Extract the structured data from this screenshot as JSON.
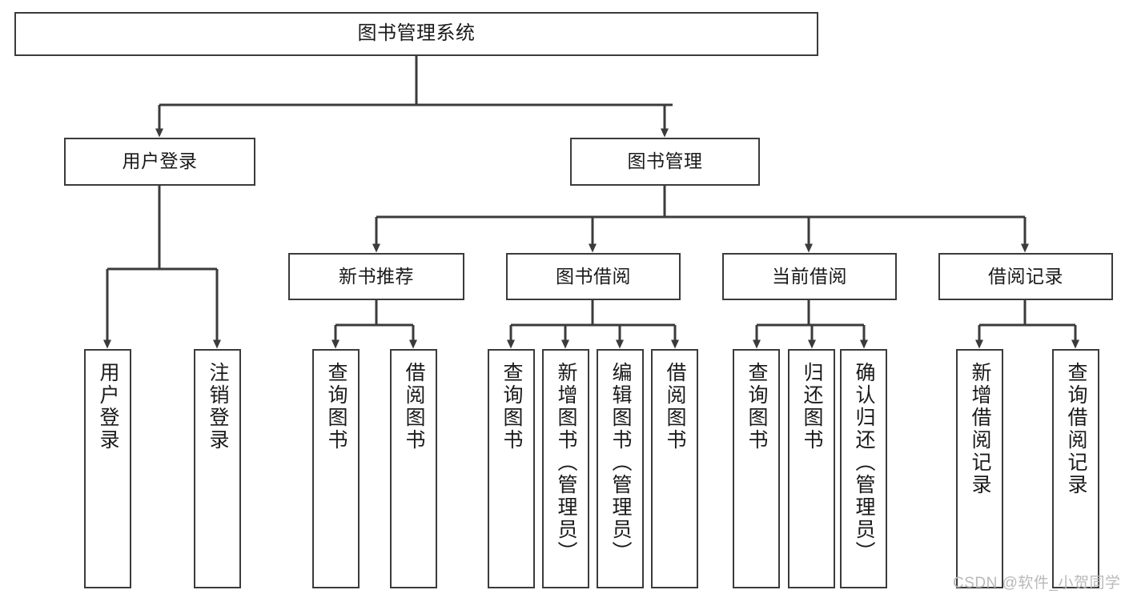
{
  "diagram": {
    "title": "图书管理系统",
    "type": "hierarchy-tree",
    "levels": 4,
    "root": {
      "id": "root",
      "label": "图书管理系统",
      "orientation": "horizontal"
    },
    "level1": [
      {
        "id": "user-login",
        "label": "用户登录",
        "orientation": "horizontal"
      },
      {
        "id": "book-manage",
        "label": "图书管理",
        "orientation": "horizontal"
      }
    ],
    "level2": [
      {
        "id": "new-book-recommend",
        "label": "新书推荐",
        "orientation": "horizontal",
        "parent": "book-manage"
      },
      {
        "id": "book-borrow",
        "label": "图书借阅",
        "orientation": "horizontal",
        "parent": "book-manage"
      },
      {
        "id": "current-borrow",
        "label": "当前借阅",
        "orientation": "horizontal",
        "parent": "book-manage"
      },
      {
        "id": "borrow-record",
        "label": "借阅记录",
        "orientation": "horizontal",
        "parent": "book-manage"
      }
    ],
    "leaves": [
      {
        "id": "leaf-user-login",
        "label": "用户登录",
        "parent": "user-login"
      },
      {
        "id": "leaf-logout-login",
        "label": "注销登录",
        "parent": "user-login"
      },
      {
        "id": "leaf-query-book-1",
        "label": "查询图书",
        "parent": "new-book-recommend"
      },
      {
        "id": "leaf-borrow-book-1",
        "label": "借阅图书",
        "parent": "new-book-recommend"
      },
      {
        "id": "leaf-query-book-2",
        "label": "查询图书",
        "parent": "book-borrow"
      },
      {
        "id": "leaf-add-book",
        "label": "新增图书（管理员）",
        "parent": "book-borrow"
      },
      {
        "id": "leaf-edit-book",
        "label": "编辑图书（管理员）",
        "parent": "book-borrow"
      },
      {
        "id": "leaf-borrow-book-2",
        "label": "借阅图书",
        "parent": "book-borrow"
      },
      {
        "id": "leaf-query-book-3",
        "label": "查询图书",
        "parent": "current-borrow"
      },
      {
        "id": "leaf-return-book",
        "label": "归还图书",
        "parent": "current-borrow"
      },
      {
        "id": "leaf-confirm-return",
        "label": "确认归还（管理员）",
        "parent": "current-borrow"
      },
      {
        "id": "leaf-add-borrow-record",
        "label": "新增借阅记录",
        "parent": "borrow-record"
      },
      {
        "id": "leaf-query-borrow-record",
        "label": "查询借阅记录",
        "parent": "borrow-record"
      }
    ]
  },
  "watermark": {
    "text": "CSDN @软件_小贺同学"
  },
  "colors": {
    "background": "#ffffff",
    "box_fill": "#ffffff",
    "box_stroke": "#3b3b3b",
    "text": "#1a1a1a",
    "connector": "#3b3b3b",
    "watermark": "#b9b9b9"
  }
}
